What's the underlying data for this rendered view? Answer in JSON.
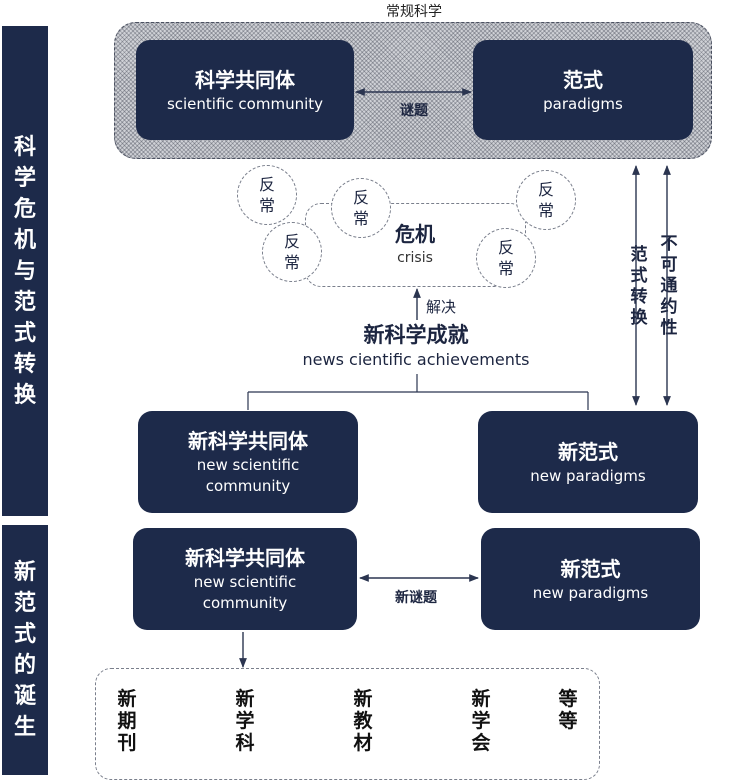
{
  "top_label": "常规科学",
  "sidebar_top_chars": [
    "科",
    "学",
    "危",
    "机",
    "与",
    "范",
    "式",
    "转",
    "换"
  ],
  "sidebar_bottom_chars": [
    "新",
    "范",
    "式",
    "的",
    "诞",
    "生"
  ],
  "box_scientific_community": {
    "zh": "科学共同体",
    "en": "scientific community"
  },
  "box_paradigms": {
    "zh": "范式",
    "en": "paradigms"
  },
  "puzzle_label": "谜题",
  "anomaly_label": [
    "反",
    "常"
  ],
  "crisis": {
    "zh": "危机",
    "en": "crisis"
  },
  "resolve_label": "解决",
  "achievements": {
    "zh": "新科学成就",
    "en": "news cientific achievements"
  },
  "shift_label": [
    "范",
    "式",
    "转",
    "换"
  ],
  "incommensurability_label": [
    "不",
    "可",
    "通",
    "约",
    "性"
  ],
  "box_new_community_1": {
    "zh": "新科学共同体",
    "en1": "new scientific",
    "en2": "community"
  },
  "box_new_paradigms_1": {
    "zh": "新范式",
    "en": "new paradigms"
  },
  "box_new_community_2": {
    "zh": "新科学共同体",
    "en1": "new scientific",
    "en2": "community"
  },
  "box_new_paradigms_2": {
    "zh": "新范式",
    "en": "new paradigms"
  },
  "new_puzzle_label": "新谜题",
  "outputs": [
    [
      "新",
      "期",
      "刊"
    ],
    [
      "新",
      "学",
      "科"
    ],
    [
      "新",
      "教",
      "材"
    ],
    [
      "新",
      "学",
      "会"
    ],
    [
      "等",
      "等"
    ]
  ]
}
